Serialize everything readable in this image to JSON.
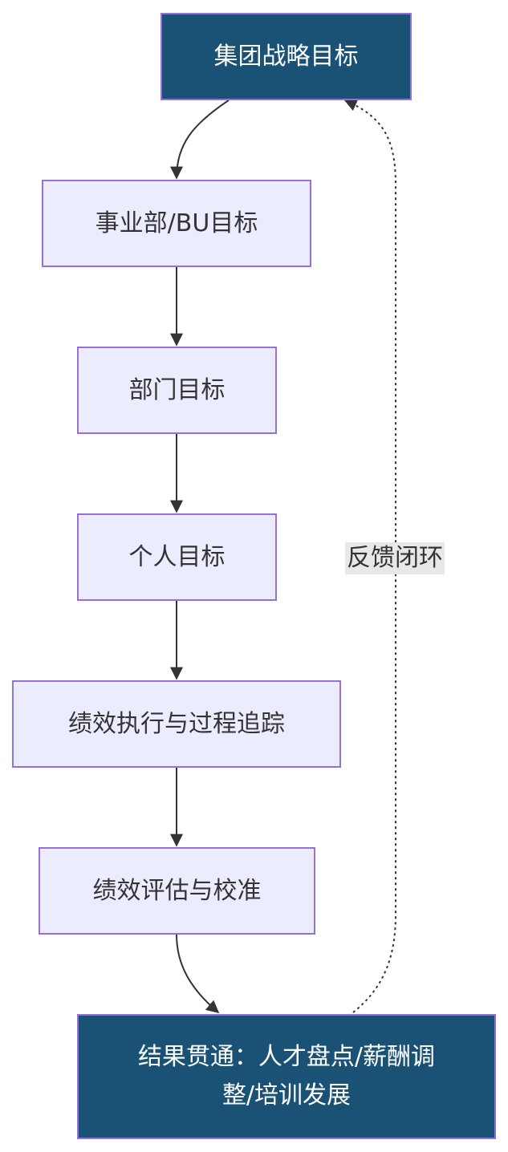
{
  "nodes": {
    "strategy": "集团战略目标",
    "bu": "事业部/BU目标",
    "department": "部门目标",
    "individual": "个人目标",
    "execution": "绩效执行与过程追踪",
    "evaluation": "绩效评估与校准",
    "results": "结果贯通：人才盘点/薪酬调整/培训发展"
  },
  "edges": {
    "feedback_label": "反馈闭环"
  },
  "colors": {
    "dark_fill": "#1A5276",
    "light_fill": "#ECECFF",
    "border": "#9370DB",
    "line": "#333333",
    "label_bg": "#E8E8E8"
  }
}
